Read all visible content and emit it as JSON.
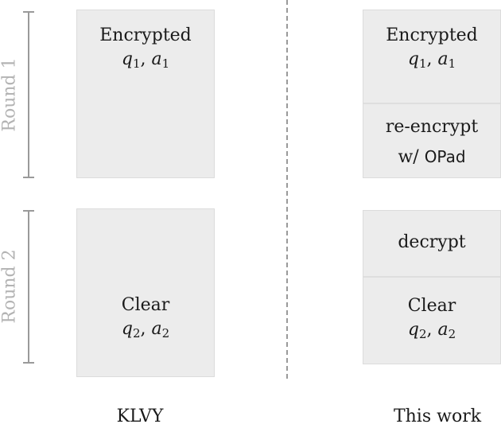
{
  "rounds": [
    {
      "label": "Round 1"
    },
    {
      "label": "Round 2"
    }
  ],
  "klvy": {
    "label": "KLVY",
    "round1": {
      "title": "Encrypted",
      "var_q": "q",
      "var_q_sub": "1",
      "comma": ", ",
      "var_a": "a",
      "var_a_sub": "1"
    },
    "round2": {
      "title": "Clear",
      "var_q": "q",
      "var_q_sub": "2",
      "comma": ", ",
      "var_a": "a",
      "var_a_sub": "2"
    }
  },
  "this_work": {
    "label": "This work",
    "round1": {
      "title": "Encrypted",
      "var_q": "q",
      "var_q_sub": "1",
      "comma": ", ",
      "var_a": "a",
      "var_a_sub": "1",
      "step_line1": "re-encrypt",
      "step_prefix": "w/ ",
      "step_name": "OPad"
    },
    "round2": {
      "step": "decrypt",
      "title": "Clear",
      "var_q": "q",
      "var_q_sub": "2",
      "comma": ", ",
      "var_a": "a",
      "var_a_sub": "2"
    }
  },
  "colors": {
    "box_fill": "#ececec",
    "bracket": "#9a9a9a",
    "round_label": "#b3b3b3",
    "divider": "#9a9a9a"
  }
}
